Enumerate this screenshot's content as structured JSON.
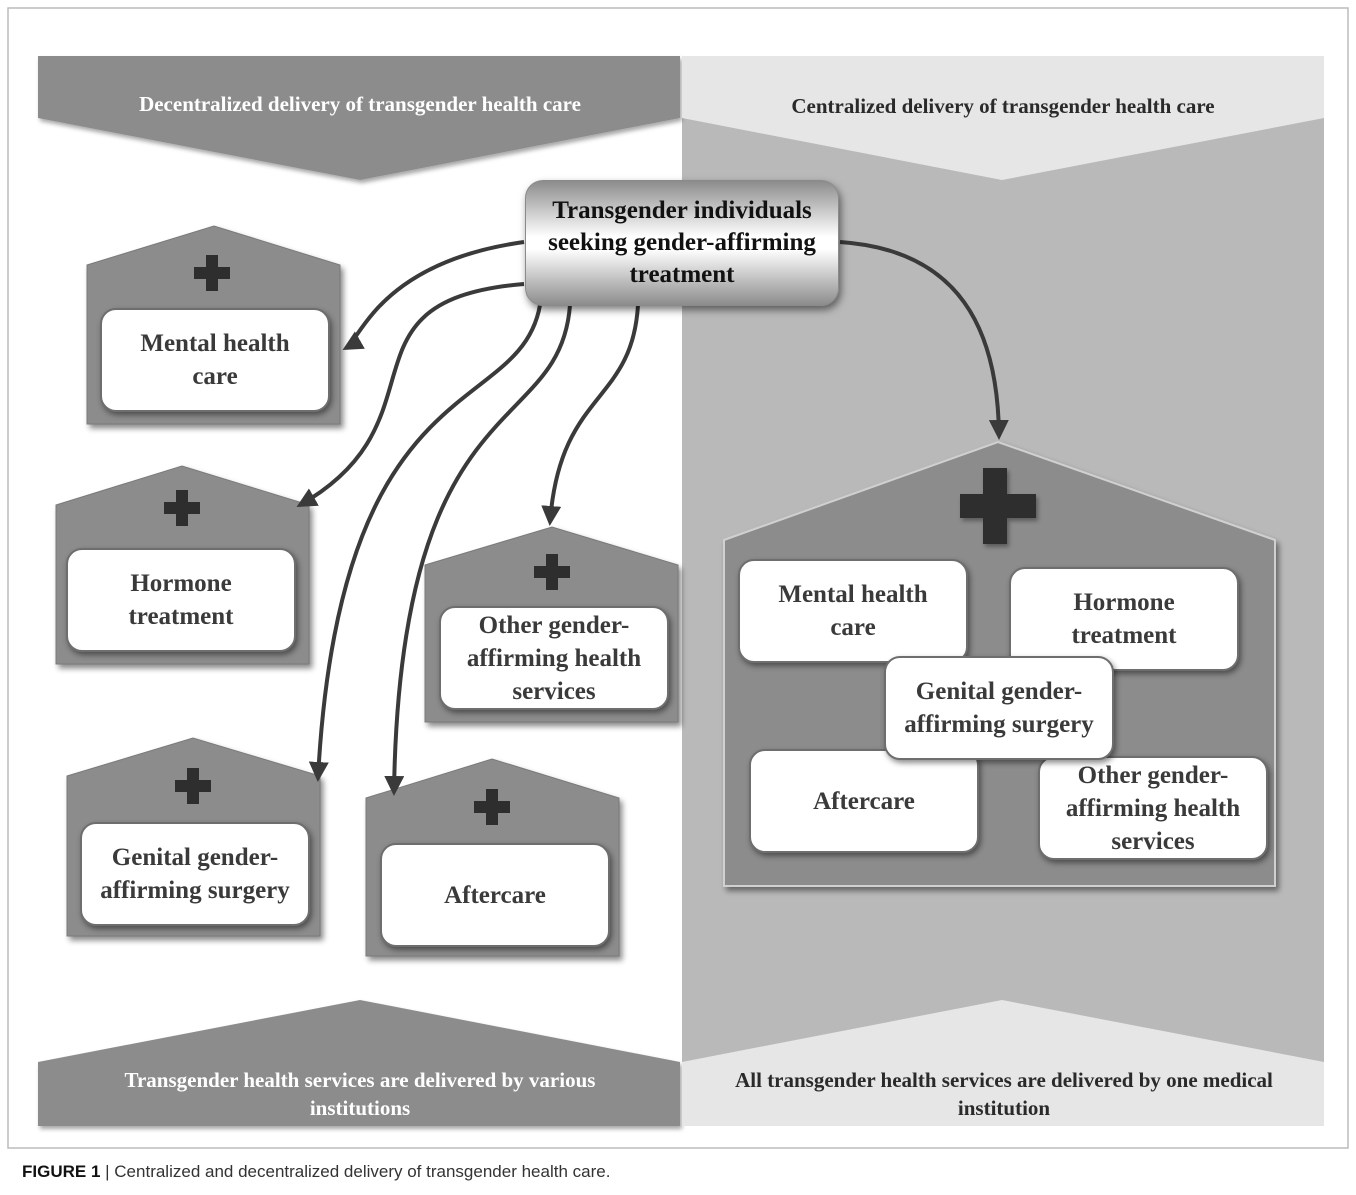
{
  "banners": {
    "decentralized_title": "Decentralized delivery of transgender health care",
    "centralized_title": "Centralized delivery of transgender health care",
    "decentralized_footer": "Transgender health services are delivered by various institutions",
    "centralized_footer": "All transgender health services are delivered by one medical institution"
  },
  "source_node": "Transgender individuals seeking gender-affirming treatment",
  "decentralized_services": [
    "Mental health care",
    "Hormone treatment",
    "Other gender-affirming health services",
    "Genital gender-affirming surgery",
    "Aftercare"
  ],
  "centralized_services": [
    "Mental health care",
    "Hormone treatment",
    "Genital gender-affirming surgery",
    "Aftercare",
    "Other gender-affirming health services"
  ],
  "caption": {
    "label": "FIGURE 1",
    "separator": " | ",
    "text": "Centralized and decentralized delivery of transgender health care."
  },
  "colors": {
    "dark_gray": "#8c8c8c",
    "right_panel": "#b9b9b9",
    "light_banner": "#e6e6e6",
    "cross": "#2e2e2e",
    "arrow": "#3a3a3a"
  },
  "icons": {
    "cross": "medical-cross-icon",
    "arrow": "arrow-icon"
  }
}
